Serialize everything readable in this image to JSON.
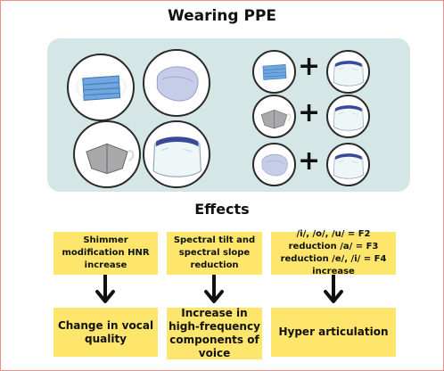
{
  "title": "Wearing PPE",
  "effects_title": "Effects",
  "plus": "+",
  "effects": [
    {
      "cause": "Shimmer modification HNR increase",
      "result": "Change in vocal quality"
    },
    {
      "cause": "Spectral tilt and spectral slope reduction",
      "result": "Increase in high-frequency components of voice"
    },
    {
      "cause": "/i/, /o/, /u/ = F2 reduction /a/ = F3 reduction /e/, /i/ = F4 increase",
      "result": "Hyper articulation"
    }
  ],
  "colors": {
    "panel": "#d4e7e6",
    "box": "#fde66b",
    "frame": "#e9908a",
    "surgical_mask": "#6fa7de",
    "cloth_mask": "#c7cde8",
    "kn95_mask": "#a9a9ab",
    "face_shield_band": "#3a4a9a"
  },
  "icons": [
    "surgical-mask-icon",
    "cloth-mask-icon",
    "kn95-mask-icon",
    "face-shield-icon"
  ]
}
